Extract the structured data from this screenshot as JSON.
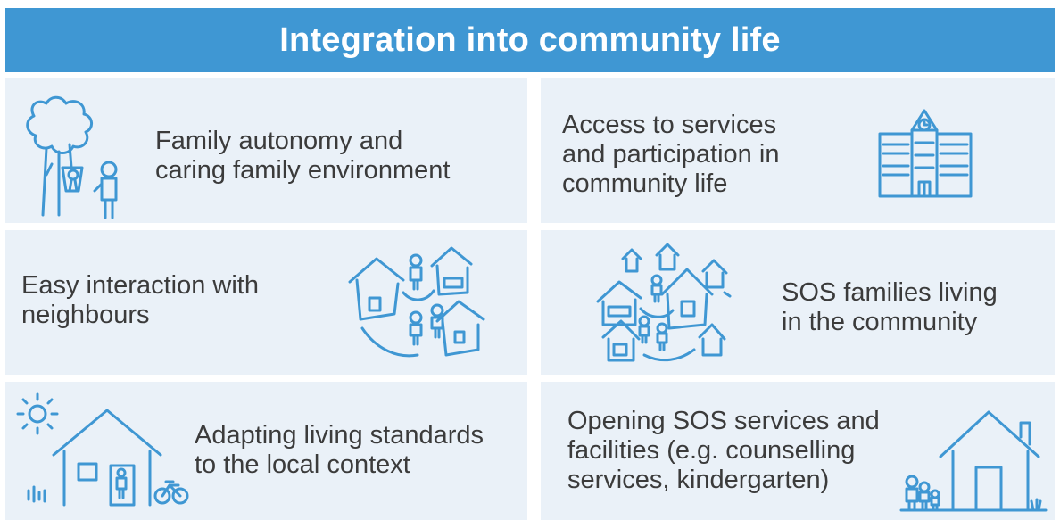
{
  "title": "Integration into community life",
  "cards": [
    {
      "text": "Family autonomy and\ncaring family environment",
      "icon": "family-tree-icon"
    },
    {
      "text": "Access to services\nand participation in\ncommunity life",
      "icon": "building-icon"
    },
    {
      "text": "Easy interaction with\nneighbours",
      "icon": "neighbourhood-icon"
    },
    {
      "text": "SOS families living\nin the community",
      "icon": "community-houses-icon"
    },
    {
      "text": "Adapting living standards\nto the local context",
      "icon": "house-sun-bike-icon"
    },
    {
      "text": "Opening SOS services and\nfacilities (e.g. counselling\nservices, kindergarten)",
      "icon": "house-family-icon"
    }
  ],
  "colors": {
    "header": "#3f97d3",
    "card": "#eaf1f8",
    "text": "#3b3b3b",
    "icon": "#3f97d3"
  }
}
